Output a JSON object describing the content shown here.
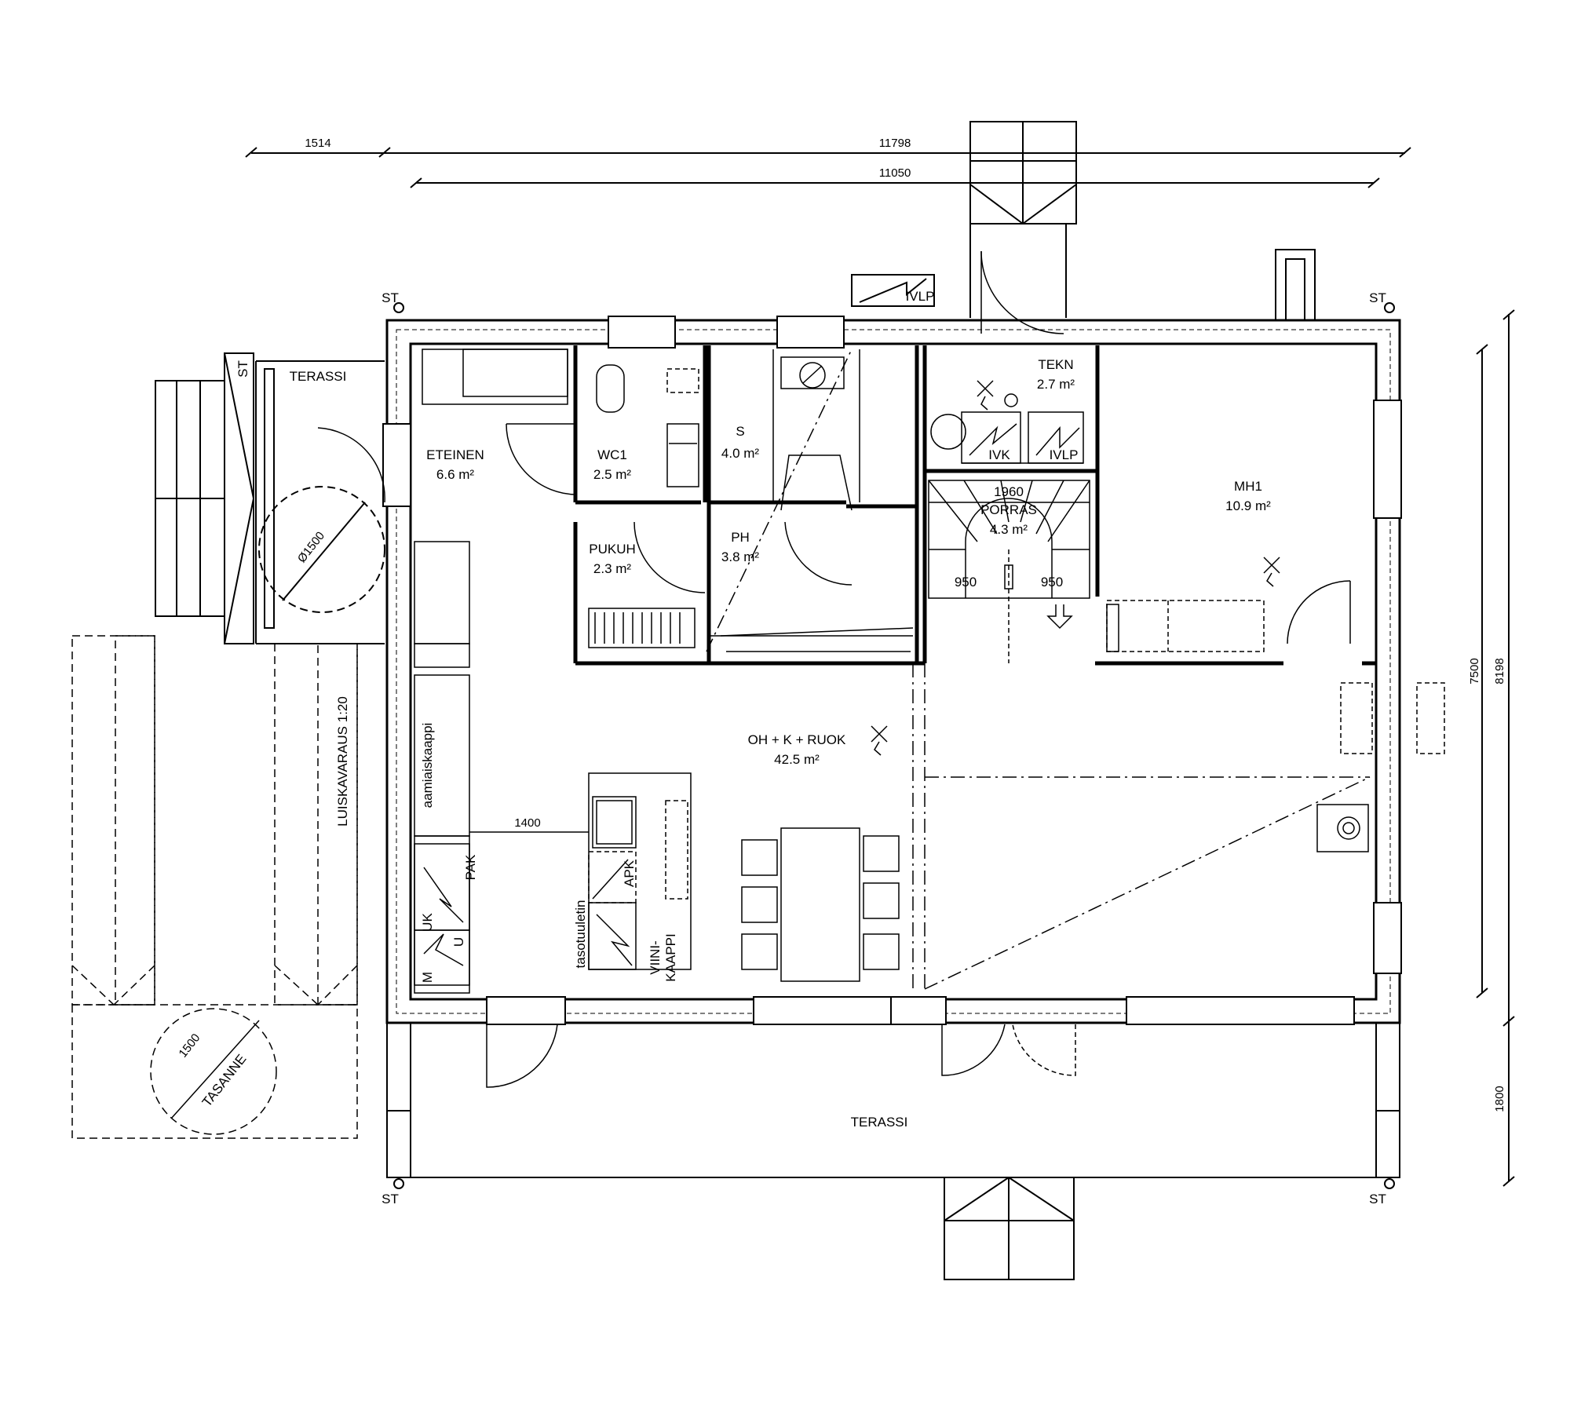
{
  "dimensions": {
    "top_left": "1514",
    "top_total": "11798",
    "top_inner": "11050",
    "right_inner": "7500",
    "right_total": "8198",
    "right_terrace": "1800",
    "kitchen_gap": "1400",
    "turning_circle": "Ø1500",
    "landing_circle": "1500"
  },
  "markers": {
    "st": "ST",
    "ivlp_outside": "IVLP",
    "ivk": "IVK",
    "ivlp": "IVLP"
  },
  "rooms": {
    "eteinen": {
      "name": "ETEINEN",
      "area": "6.6 m²"
    },
    "wc1": {
      "name": "WC1",
      "area": "2.5 m²"
    },
    "s": {
      "name": "S",
      "area": "4.0 m²"
    },
    "tekn": {
      "name": "TEKN",
      "area": "2.7 m²"
    },
    "mh1": {
      "name": "MH1",
      "area": "10.9 m²"
    },
    "pukuh": {
      "name": "PUKUH",
      "area": "2.3 m²"
    },
    "ph": {
      "name": "PH",
      "area": "3.8 m²"
    },
    "porras": {
      "name": "PORRAS",
      "area": "4.3 m²",
      "width": "1960",
      "step_left": "950",
      "step_right": "950"
    },
    "oh": {
      "name": "OH + K + RUOK",
      "area": "42.5 m²"
    },
    "terassi_top": "TERASSI",
    "terassi_bottom": "TERASSI"
  },
  "labels": {
    "ramp": "LUISKAVARAUS 1:20",
    "landing": "TASANNE",
    "cabinet": "aamiaiskaappi",
    "pak": "PAK",
    "apk": "APK",
    "uk": "UK",
    "u": "U",
    "m": "M",
    "oven": "tasotuuletin",
    "wine": "VIINI-",
    "wine2": "KAAPPI"
  }
}
